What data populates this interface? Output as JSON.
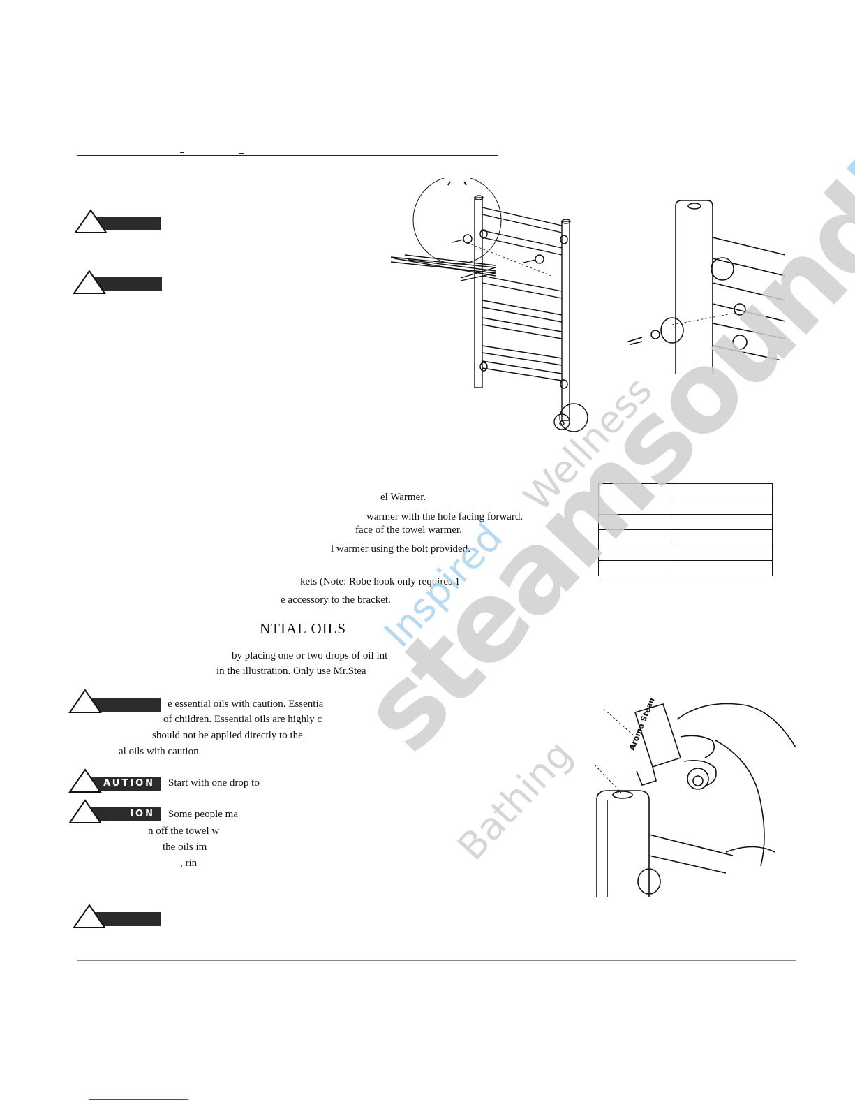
{
  "section_rule": "",
  "warnings": [
    {
      "label": ""
    },
    {
      "label": ""
    },
    {
      "label": ""
    },
    {
      "label": "AUTION"
    },
    {
      "label": "ION"
    },
    {
      "label": ""
    }
  ],
  "install_steps": [
    "el Warmer.",
    "warmer with the hole facing forward.",
    "face of the towel warmer.",
    "l warmer using the bolt provided.",
    "kets (Note: Robe hook only requires 1",
    "e accessory to the bracket."
  ],
  "oils_section": {
    "heading": "NTIAL OILS",
    "intro_lines": [
      "by placing one or two drops of oil int",
      "in the illustration. Only use Mr.Stea"
    ],
    "warning_lines": [
      "e essential oils with caution. Essentia",
      "of children. Essential oils are highly c",
      "should not be applied directly to the",
      "al oils with caution."
    ],
    "caution_text": "Start with one drop to",
    "caution2_lines": [
      "Some people ma",
      "n off the towel w",
      "the oils im",
      ", rin"
    ]
  },
  "spec_table": {
    "rows": [
      [
        "",
        ""
      ],
      [
        "",
        ""
      ],
      [
        "",
        ""
      ],
      [
        "",
        ""
      ],
      [
        "",
        ""
      ],
      [
        "",
        ""
      ]
    ]
  },
  "watermark": {
    "brand_main": "steamsound",
    "brand_accent": "bath",
    "tagline_a": "Bathing",
    "tagline_b": "Inspired",
    "tagline_c": "Wellness"
  },
  "bottle_label": "Aroma Steam",
  "colors": {
    "text": "#111111",
    "warn_bar": "#2b2b2b",
    "watermark_gray": "#cfcfcf",
    "watermark_blue": "#a9d3f0",
    "link_blue": "#3344cc"
  }
}
